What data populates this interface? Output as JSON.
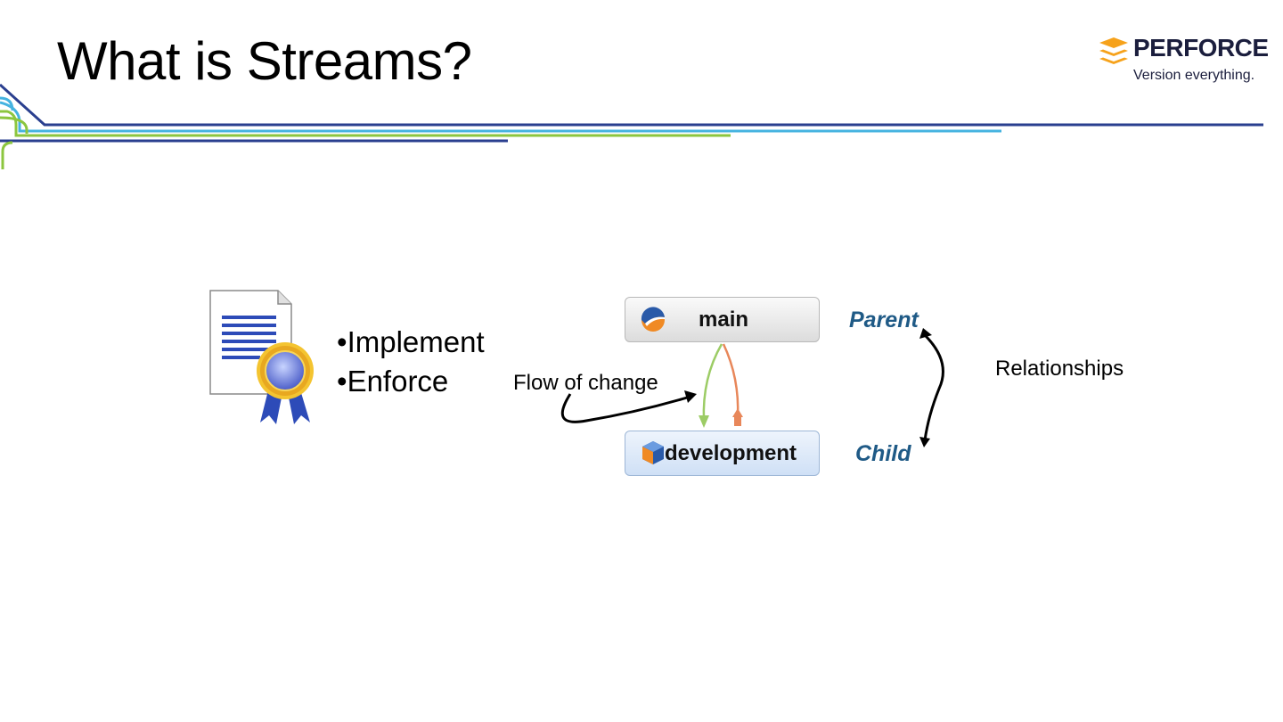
{
  "slide": {
    "title": "What is Streams?"
  },
  "logo": {
    "wordmark": "PERFORCE",
    "tagline": "Version everything.",
    "icon": "stacked-layers-icon",
    "accent": "#f6a21b",
    "text_color": "#1b1e3d"
  },
  "decor": {
    "line_colors": [
      "#2a3f8f",
      "#45b3e0",
      "#8cc63f"
    ]
  },
  "certificate": {
    "icon": "certificate-ribbon-icon",
    "bullets": [
      "Implement",
      "Enforce"
    ]
  },
  "diagram": {
    "parent_stream": {
      "label": "main",
      "icon": "mainline-stream-icon"
    },
    "child_stream": {
      "label": "development",
      "icon": "development-stream-icon"
    },
    "flow_label": "Flow of change",
    "parent_label": "Parent",
    "child_label": "Child",
    "relationships_label": "Relationships",
    "merge_down_color": "#9ccc65",
    "copy_up_color": "#e8875a"
  }
}
